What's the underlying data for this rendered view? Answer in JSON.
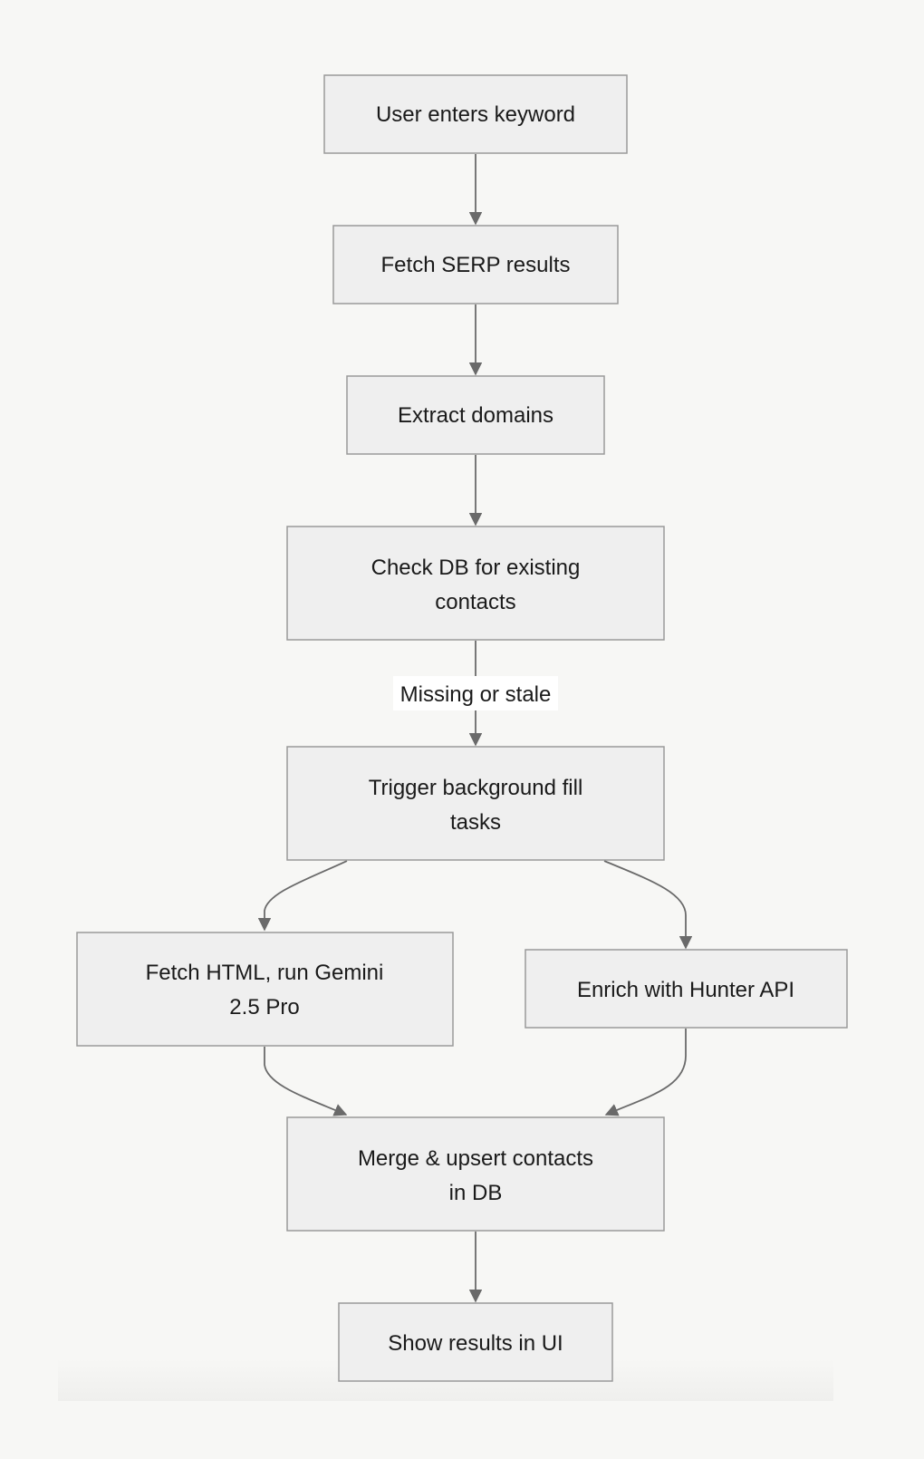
{
  "diagram": {
    "nodes": [
      {
        "id": "user-enters-keyword",
        "lines": [
          "User enters keyword"
        ]
      },
      {
        "id": "fetch-serp-results",
        "lines": [
          "Fetch SERP results"
        ]
      },
      {
        "id": "extract-domains",
        "lines": [
          "Extract domains"
        ]
      },
      {
        "id": "check-db",
        "lines": [
          "Check DB for existing",
          "contacts"
        ]
      },
      {
        "id": "trigger-background-fill",
        "lines": [
          "Trigger background fill",
          "tasks"
        ]
      },
      {
        "id": "fetch-html-gemini",
        "lines": [
          "Fetch HTML, run Gemini",
          "2.5 Pro"
        ]
      },
      {
        "id": "enrich-hunter",
        "lines": [
          "Enrich with Hunter API"
        ]
      },
      {
        "id": "merge-upsert",
        "lines": [
          "Merge & upsert contacts",
          "in DB"
        ]
      },
      {
        "id": "show-results",
        "lines": [
          "Show results in UI"
        ]
      }
    ],
    "edges": [
      {
        "from": "user-enters-keyword",
        "to": "fetch-serp-results",
        "label": ""
      },
      {
        "from": "fetch-serp-results",
        "to": "extract-domains",
        "label": ""
      },
      {
        "from": "extract-domains",
        "to": "check-db",
        "label": ""
      },
      {
        "from": "check-db",
        "to": "trigger-background-fill",
        "label": "Missing or stale"
      },
      {
        "from": "trigger-background-fill",
        "to": "fetch-html-gemini",
        "label": ""
      },
      {
        "from": "trigger-background-fill",
        "to": "enrich-hunter",
        "label": ""
      },
      {
        "from": "fetch-html-gemini",
        "to": "merge-upsert",
        "label": ""
      },
      {
        "from": "enrich-hunter",
        "to": "merge-upsert",
        "label": ""
      },
      {
        "from": "merge-upsert",
        "to": "show-results",
        "label": ""
      }
    ],
    "colors": {
      "background": "#f7f7f5",
      "node_fill": "#efefef",
      "node_stroke": "#9a9a9a",
      "edge": "#6a6a6a",
      "text": "#1a1a1a"
    }
  }
}
